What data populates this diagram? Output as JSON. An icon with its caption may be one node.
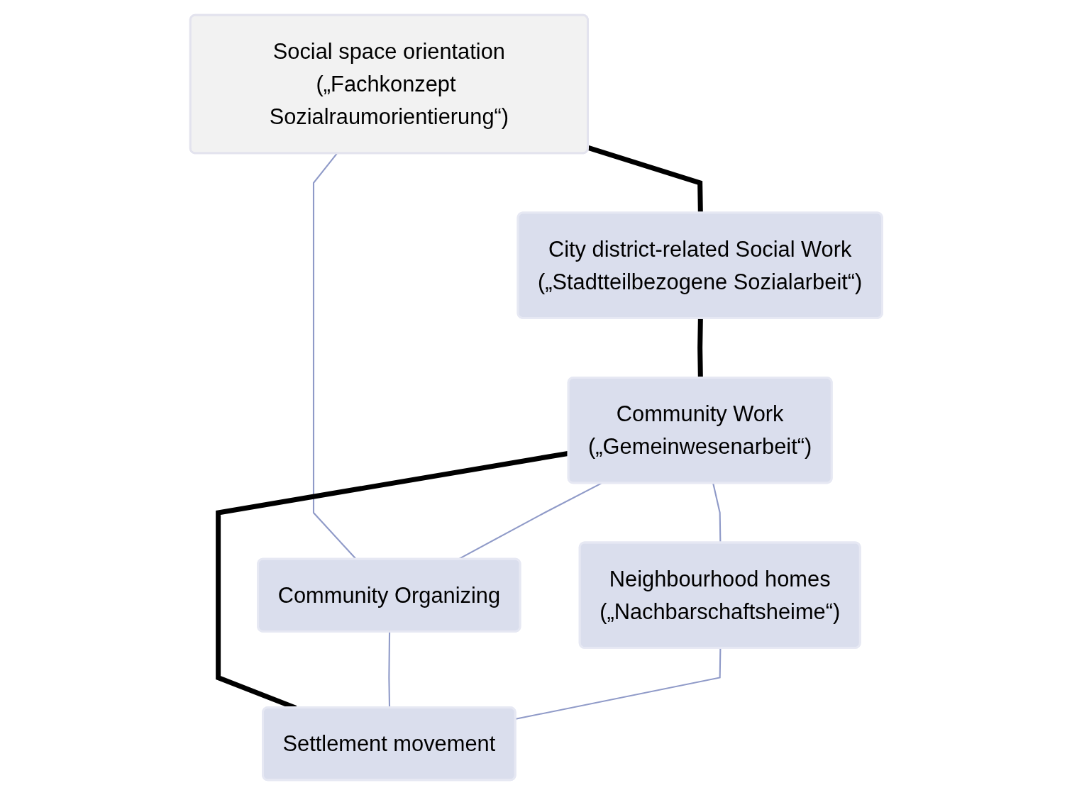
{
  "diagram": {
    "nodes": [
      {
        "text": [
          "Social space orientation",
          "(„Fachkonzept Sozialraumorientierung“)"
        ]
      },
      {
        "text": [
          "City district-related Social Work",
          "(„Stadtteilbezogene Sozialarbeit“)"
        ]
      },
      {
        "text": [
          "Community Work",
          "(„Gemeinwesenarbeit“)"
        ]
      },
      {
        "text": [
          "Community Organizing"
        ]
      },
      {
        "text": [
          "Neighbourhood homes",
          "(„Nachbarschaftsheime“)"
        ]
      },
      {
        "text": [
          "Settlement movement"
        ]
      }
    ],
    "edges": [
      {
        "from": 0,
        "to": 1,
        "arrow": "none",
        "style": "thick",
        "color": "#000000"
      },
      {
        "from": 0,
        "to": 3,
        "arrow": "none"
      },
      {
        "from": 1,
        "to": 2,
        "arrow": "none",
        "style": "thick",
        "color": "#000000"
      },
      {
        "from": 2,
        "to": 3,
        "arrow": "none"
      },
      {
        "from": 2,
        "to": 4,
        "arrow": "none"
      },
      {
        "from": 2,
        "to": 5,
        "arrow": "none",
        "style": "thick",
        "color": "#000000"
      },
      {
        "from": 3,
        "to": 5,
        "arrow": "none"
      },
      {
        "from": 4,
        "to": 5,
        "arrow": "none"
      }
    ]
  }
}
